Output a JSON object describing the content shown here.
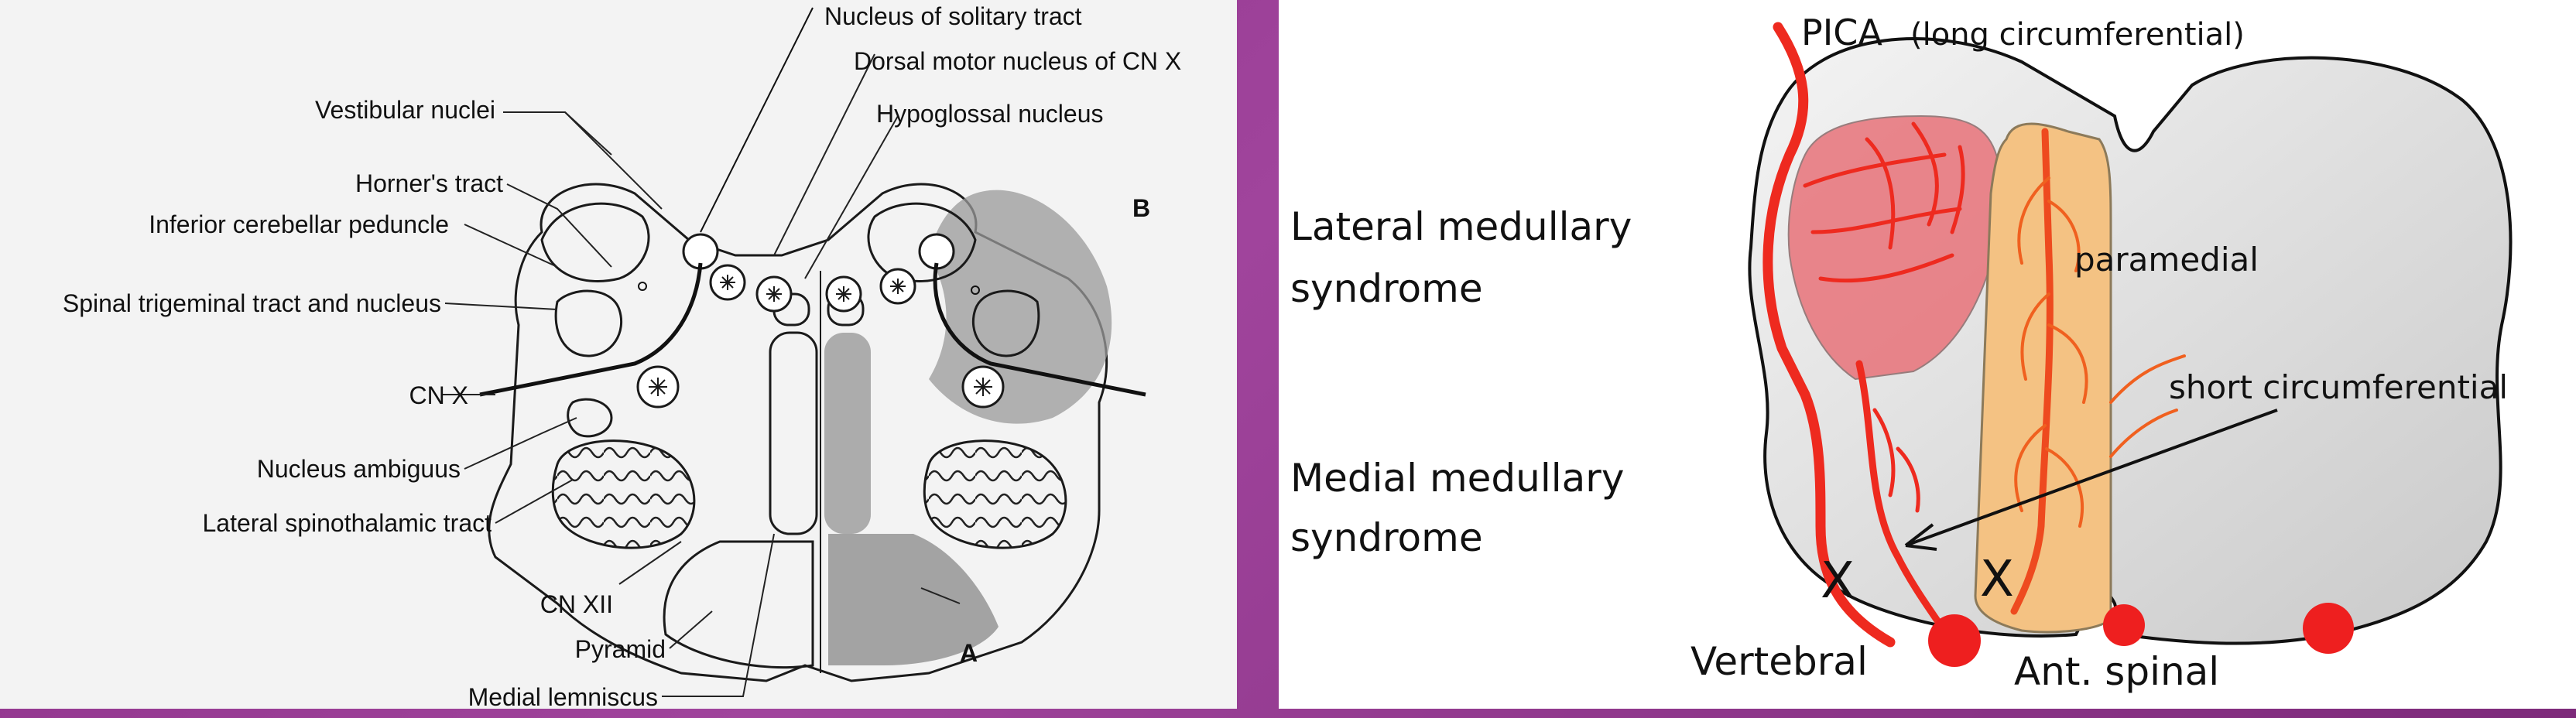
{
  "left_diagram": {
    "labels": {
      "vestibular_nuclei": "Vestibular nuclei",
      "horners_tract": "Horner's tract",
      "inferior_cerebellar_peduncle": "Inferior cerebellar peduncle",
      "spinal_trigeminal": "Spinal trigeminal tract and nucleus",
      "cn_x": "CN X",
      "nucleus_ambiguus": "Nucleus ambiguus",
      "lateral_spinothalamic": "Lateral spinothalamic tract",
      "cn_xii": "CN XII",
      "pyramid": "Pyramid",
      "medial_lemniscus": "Medial lemniscus",
      "nucleus_solitary": "Nucleus of solitary tract",
      "dorsal_motor": "Dorsal motor nucleus of CN X",
      "hypoglossal": "Hypoglossal nucleus",
      "region_a": "A",
      "region_b": "B"
    }
  },
  "right_diagram": {
    "labels": {
      "pica": "PICA",
      "pica_sub": "(long circumferential)",
      "lateral_syndrome_line1": "Lateral medullary",
      "lateral_syndrome_line2": "syndrome",
      "medial_syndrome_line1": "Medial medullary",
      "medial_syndrome_line2": "syndrome",
      "paramedial": "paramedial",
      "short_circumferential": "short circumferential",
      "vertebral": "Vertebral",
      "ant_spinal": "Ant. spinal",
      "x_mark_1": "X",
      "x_mark_2": "X"
    },
    "colors": {
      "artery": "#ee2a1f",
      "infarct_lateral": "#e8737a",
      "infarct_medial": "#f4c283",
      "medulla_fill": "#d9d9d9"
    }
  }
}
